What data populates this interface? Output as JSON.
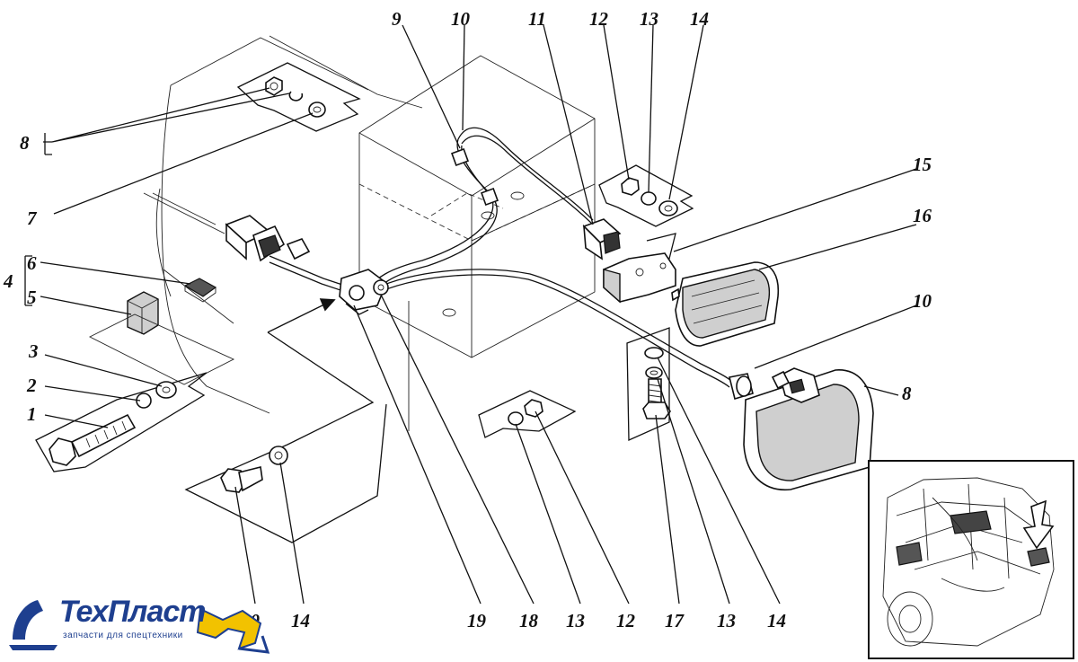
{
  "callouts": [
    {
      "id": "c1",
      "text": "1"
    },
    {
      "id": "c2",
      "text": "2"
    },
    {
      "id": "c3",
      "text": "3"
    },
    {
      "id": "c4",
      "text": "4"
    },
    {
      "id": "c5",
      "text": "5"
    },
    {
      "id": "c6",
      "text": "6"
    },
    {
      "id": "c7",
      "text": "7"
    },
    {
      "id": "c8a",
      "text": "8"
    },
    {
      "id": "c8b",
      "text": "8"
    },
    {
      "id": "c9",
      "text": "9"
    },
    {
      "id": "c10a",
      "text": "10"
    },
    {
      "id": "c10b",
      "text": "10"
    },
    {
      "id": "c11",
      "text": "11"
    },
    {
      "id": "c12a",
      "text": "12"
    },
    {
      "id": "c12b",
      "text": "12"
    },
    {
      "id": "c13a",
      "text": "13"
    },
    {
      "id": "c13b",
      "text": "13"
    },
    {
      "id": "c13c",
      "text": "13"
    },
    {
      "id": "c14a",
      "text": "14"
    },
    {
      "id": "c14b",
      "text": "14"
    },
    {
      "id": "c14c",
      "text": "14"
    },
    {
      "id": "c15",
      "text": "15"
    },
    {
      "id": "c16",
      "text": "16"
    },
    {
      "id": "c17",
      "text": "17"
    },
    {
      "id": "c18",
      "text": "18"
    },
    {
      "id": "c19",
      "text": "19"
    },
    {
      "id": "c20",
      "text": "20"
    }
  ],
  "logo": {
    "name": "ТехПласт",
    "tagline": "запчасти для спецтехники",
    "color": "#1e3f8f",
    "accent": "#f2c200"
  }
}
